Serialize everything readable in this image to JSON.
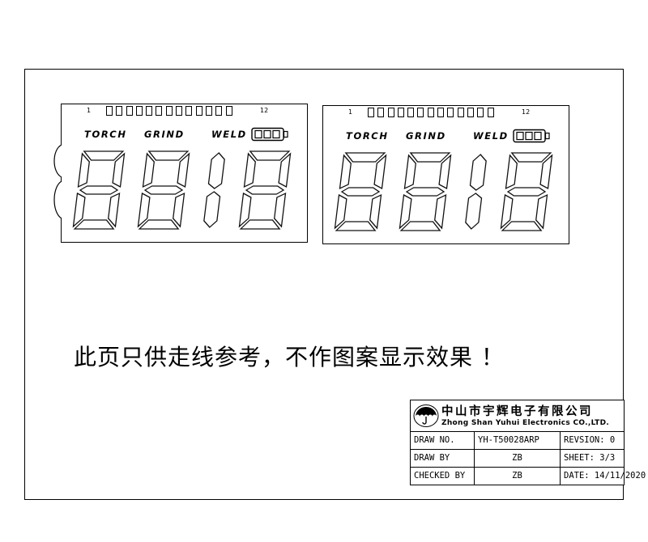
{
  "sheet": {
    "note": "此页只供走线参考，不作图案显示效果 ！"
  },
  "lcd": {
    "pin_first": "1",
    "pin_last": "12",
    "tick_count": 13,
    "battery_cells": 3,
    "labels": {
      "torch": "TORCH",
      "grind": "GRIND",
      "weld": "WELD"
    },
    "digits": [
      "8",
      "8",
      "1",
      "8"
    ]
  },
  "title_block": {
    "company_cn": "中山市宇辉电子有限公司",
    "company_en": "Zhong Shan Yuhui Electronics CO.,LTD.",
    "draw_no_label": "DRAW NO.",
    "draw_no_value": "YH-T50028ARP",
    "revision_label": "REVSION: 0",
    "draw_by_label": "DRAW BY",
    "draw_by_value": "ZB",
    "sheet_label": "SHEET: 3/3",
    "checked_by_label": "CHECKED BY",
    "checked_by_value": "ZB",
    "date_label": "DATE: 14/11/2020"
  }
}
